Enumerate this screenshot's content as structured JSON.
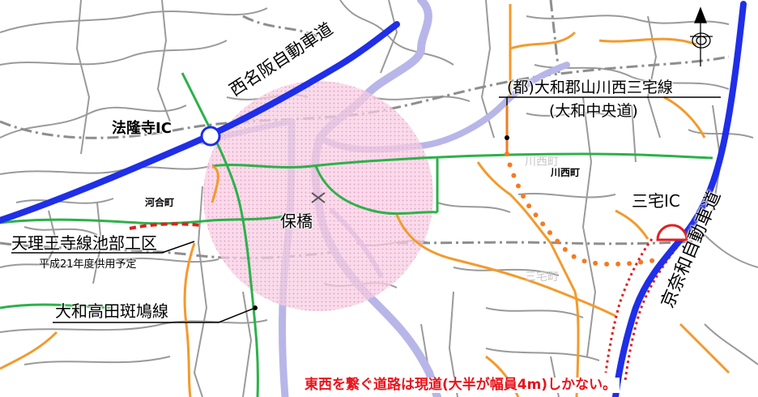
{
  "map": {
    "labels": {
      "expressway_west": "西名阪自動車道",
      "expressway_east": "京奈和自動車道",
      "ic_horyuji": "法隆寺IC",
      "ic_miyake": "三宅IC",
      "hokkyo": "保橋",
      "kawai_town": "河合町",
      "kawanishi_town": "川西町",
      "miyake_town_faint": "三宅町",
      "kawanishi_faint": "川西町",
      "route_yamato_line1": "(都)大和郡山川西三宅線",
      "route_yamato_line2": "(大和中央道)",
      "tenri_title": "天理王寺線池部工区",
      "tenri_sub": "平成21年度供用予定",
      "takada_line": "大和高田斑鳩線",
      "caption": "東西を繋ぐ道路は現道(大半が幅員4m)しかない。"
    },
    "colors": {
      "expressway": "#1f2ee8",
      "national_road": "#2db14a",
      "prefectural_road": "#f39a2c",
      "river": "#b8b6e8",
      "highlight_circle": "#f3b6d8",
      "planned_route": "#f57a1f",
      "planned_section": "#e02020",
      "caption_text": "#e8141c",
      "minor_road": "#9a9a9a"
    },
    "icons": {
      "compass": "north-arrow-icon",
      "interchange_west": "interchange-circle-icon",
      "interchange_east": "interchange-half-icon"
    }
  }
}
